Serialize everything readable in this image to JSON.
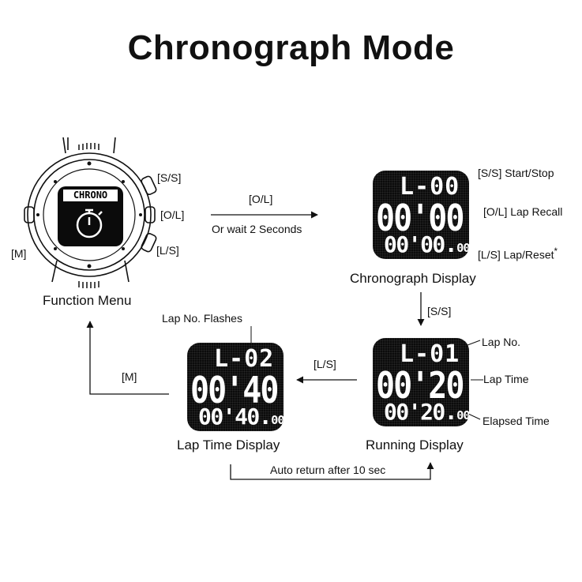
{
  "title": "Chronograph Mode",
  "watch": {
    "screen_text": "CHRONO",
    "label_ss": "[S/S]",
    "label_ol": "[O/L]",
    "label_ls": "[L/S]",
    "label_m": "[M]",
    "caption": "Function Menu"
  },
  "arrow_ol": {
    "label_top": "[O/L]",
    "label_bottom": "Or wait 2 Seconds"
  },
  "chrono_display": {
    "lap_no": "L-00",
    "lap_time_main": "00'00.",
    "lap_time_sub": "00",
    "elapsed_main": "00'00.",
    "elapsed_sub": "00",
    "caption": "Chronograph Display",
    "btn_ss": "[S/S] Start/Stop",
    "btn_ol": "[O/L] Lap Recall",
    "btn_ls": "[L/S] Lap/Reset",
    "asterisk": "*"
  },
  "arrow_ss": {
    "label": "[S/S]"
  },
  "running_display": {
    "lap_no": "L-01",
    "lap_time_main": "00'20.",
    "lap_time_sub": "00",
    "elapsed_main": "00'20.",
    "elapsed_sub": "00",
    "caption": "Running Display",
    "ann_lap_no": "Lap No.",
    "ann_lap_time": "Lap Time",
    "ann_elapsed": "Elapsed Time"
  },
  "arrow_ls": {
    "label": "[L/S]"
  },
  "lap_display": {
    "lap_no": "L-02",
    "lap_time_main": "00'40.",
    "lap_time_sub": "00",
    "elapsed_main": "00'40.",
    "elapsed_sub": "00",
    "caption": "Lap Time Display",
    "ann_flashes": "Lap No. Flashes"
  },
  "arrow_m": {
    "label": "[M]"
  },
  "auto_return": {
    "label": "Auto return after 10 sec"
  }
}
